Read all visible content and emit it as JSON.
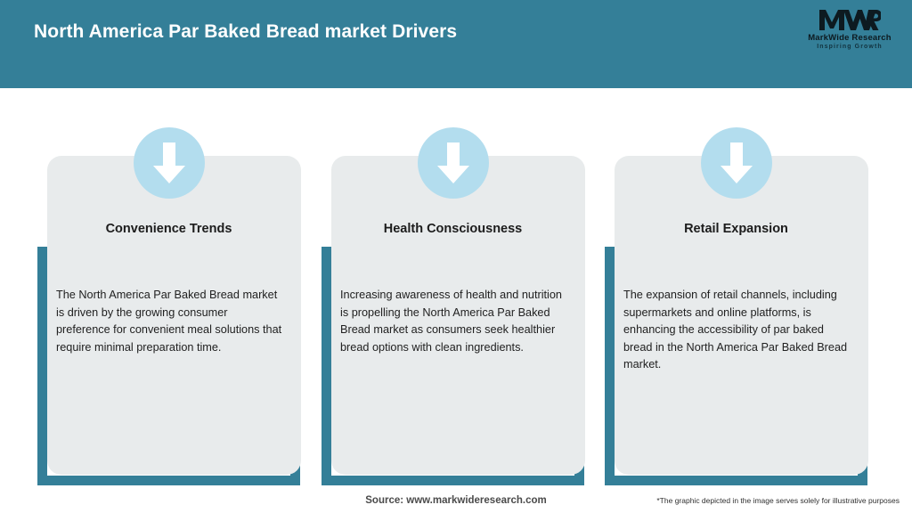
{
  "header": {
    "title": "North America Par Baked Bread market Drivers",
    "background_color": "#347f98",
    "title_color": "#ffffff"
  },
  "logo": {
    "mark": "MWR",
    "name": "MarkWide Research",
    "tagline": "Inspiring Growth"
  },
  "cards": [
    {
      "icon": "down-arrow-icon",
      "title": "Convenience Trends",
      "body": "The North America Par Baked Bread market is driven by the growing consumer preference for convenient meal solutions that require minimal preparation time."
    },
    {
      "icon": "down-arrow-icon",
      "title": "Health Consciousness",
      "body": "Increasing awareness of health and nutrition is propelling the North America Par Baked Bread market as consumers seek healthier bread options with clean ingredients."
    },
    {
      "icon": "down-arrow-icon",
      "title": "Retail Expansion",
      "body": "The expansion of retail channels, including supermarkets and online platforms, is enhancing the accessibility of par baked bread in the North America Par Baked Bread market."
    }
  ],
  "footer": {
    "source": "Source: www.markwideresearch.com",
    "disclaimer": "*The graphic depicted in the image serves solely for illustrative purposes"
  },
  "theme": {
    "teal": "#347f98",
    "card_bg": "#e8ebec",
    "circle_blue": "#b3ddee",
    "page_bg": "#ffffff"
  }
}
